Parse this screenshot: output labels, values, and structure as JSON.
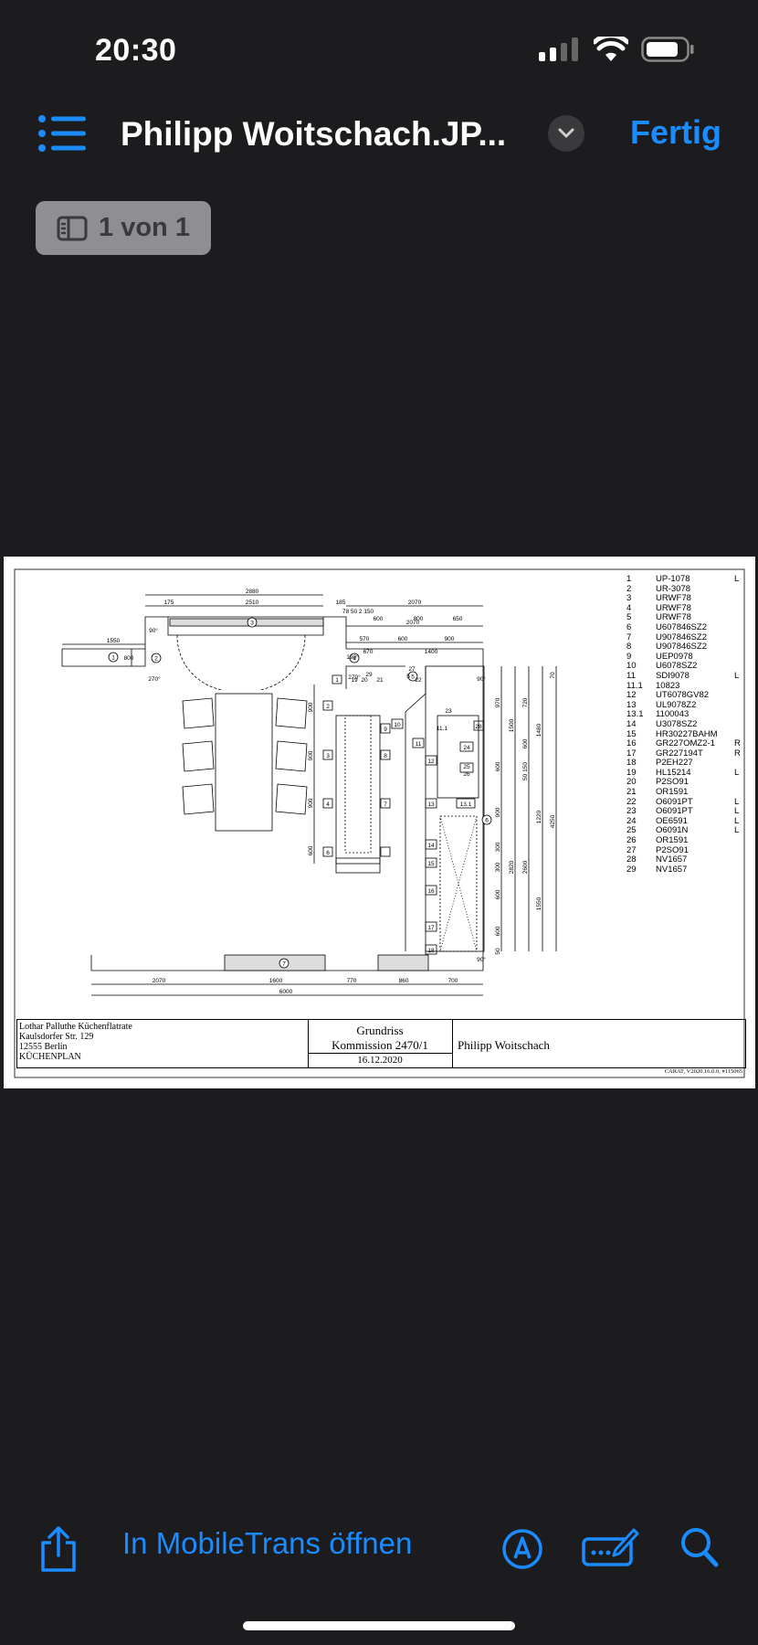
{
  "status_bar": {
    "time": "20:30"
  },
  "nav": {
    "title": "Philipp Woitschach.JP...",
    "done_label": "Fertig"
  },
  "page_badge": {
    "label": "1 von 1"
  },
  "document": {
    "legend": [
      {
        "n": "1",
        "code": "UP-1078",
        "side": "L"
      },
      {
        "n": "2",
        "code": "UR-3078",
        "side": ""
      },
      {
        "n": "3",
        "code": "URWF78",
        "side": ""
      },
      {
        "n": "4",
        "code": "URWF78",
        "side": ""
      },
      {
        "n": "5",
        "code": "URWF78",
        "side": ""
      },
      {
        "n": "6",
        "code": "U607846SZ2",
        "side": ""
      },
      {
        "n": "7",
        "code": "U907846SZ2",
        "side": ""
      },
      {
        "n": "8",
        "code": "U907846SZ2",
        "side": ""
      },
      {
        "n": "9",
        "code": "UEP0978",
        "side": ""
      },
      {
        "n": "10",
        "code": "U6078SZ2",
        "side": ""
      },
      {
        "n": "11",
        "code": "SDI9078",
        "side": "L"
      },
      {
        "n": "11.1",
        "code": "10823",
        "side": ""
      },
      {
        "n": "12",
        "code": "UT6078GV82",
        "side": ""
      },
      {
        "n": "13",
        "code": "UL9078Z2",
        "side": ""
      },
      {
        "n": "13.1",
        "code": "1100043",
        "side": ""
      },
      {
        "n": "14",
        "code": "U3078SZ2",
        "side": ""
      },
      {
        "n": "15",
        "code": "HR30227BAHM",
        "side": ""
      },
      {
        "n": "16",
        "code": "GR227OMZ2-1",
        "side": "R"
      },
      {
        "n": "17",
        "code": "GR227194T",
        "side": "R"
      },
      {
        "n": "18",
        "code": "P2EH227",
        "side": ""
      },
      {
        "n": "19",
        "code": "HL15214",
        "side": "L"
      },
      {
        "n": "20",
        "code": "P2SO91",
        "side": ""
      },
      {
        "n": "21",
        "code": "OR1591",
        "side": ""
      },
      {
        "n": "22",
        "code": "O6091PT",
        "side": "L"
      },
      {
        "n": "23",
        "code": "O6091PT",
        "side": "L"
      },
      {
        "n": "24",
        "code": "OE6591",
        "side": "L"
      },
      {
        "n": "25",
        "code": "O6091N",
        "side": "L"
      },
      {
        "n": "26",
        "code": "OR1591",
        "side": ""
      },
      {
        "n": "27",
        "code": "P2SO91",
        "side": ""
      },
      {
        "n": "28",
        "code": "NV1657",
        "side": ""
      },
      {
        "n": "29",
        "code": "NV1657",
        "side": ""
      }
    ],
    "title_block": {
      "company_line1": "Lothar Palluthe Küchenflatrate",
      "company_line2": "Kaulsdorfer Str. 129",
      "company_line3": "12555 Berlin",
      "company_line4": "KÜCHENPLAN",
      "plan_title": "Grundriss",
      "commission": "Kommission 2470/1",
      "date": "16.12.2020",
      "customer": "Philipp Woitschach"
    },
    "carat": "CARAT,  V2020.16.0.0,  #115065",
    "dimensions": {
      "top_2880": "2880",
      "top_175": "175",
      "top_2510": "2510",
      "top_185": "185",
      "top_2070": "2070",
      "top_78502150": "78 50 2 150",
      "top_600": "600",
      "top_800": "800",
      "top_650": "650",
      "left_1550": "1550",
      "left_800": "800",
      "mid_2070": "2070",
      "mid_570": "570",
      "mid_600": "600",
      "mid_900": "900",
      "mid_670": "670",
      "mid_1400": "1400",
      "ang_90a": "90°",
      "ang_270a": "270°",
      "ang_190": "190°",
      "ang_270b": "270°",
      "ang_90b": "90°",
      "ang_90c": "90°",
      "bot_2070": "2070",
      "bot_1600": "1600",
      "bot_770": "770",
      "bot_860": "860",
      "bot_700": "700",
      "bot_6000": "6000",
      "r_970": "970",
      "r_720": "720",
      "r_1500": "1500",
      "r_600a": "600",
      "r_1480": "1480",
      "r_70": "70",
      "r_600b": "600",
      "r_50150": "50 150",
      "r_900": "900",
      "r_1220": "1220",
      "r_4250": "4250",
      "r_300a": "300",
      "r_300b": "300",
      "r_2820": "2820",
      "r_2600": "2600",
      "r_600c": "600",
      "r_1550": "1550",
      "r_600d": "600",
      "r_50": "50",
      "v_900a": "900",
      "v_900b": "900",
      "v_900c": "900",
      "v_600": "600"
    },
    "units": [
      "1",
      "2",
      "3",
      "4",
      "5",
      "6",
      "7",
      "8",
      "9",
      "10",
      "11",
      "11.1",
      "12",
      "13",
      "13.1",
      "14",
      "15",
      "16",
      "17",
      "18",
      "19",
      "20",
      "21",
      "22",
      "23",
      "24",
      "25",
      "26",
      "27",
      "28",
      "29"
    ],
    "wall_circles": [
      "1",
      "2",
      "3",
      "4",
      "5",
      "6",
      "7"
    ]
  },
  "toolbar": {
    "open_label": "In MobileTrans öffnen"
  },
  "colors": {
    "accent": "#1a8cff",
    "background": "#1c1c1e"
  },
  "icons": [
    "signal-icon",
    "wifi-icon",
    "battery-icon",
    "list-icon",
    "chevron-down-icon",
    "page-icon",
    "share-icon",
    "markup-icon",
    "form-icon",
    "search-icon"
  ]
}
